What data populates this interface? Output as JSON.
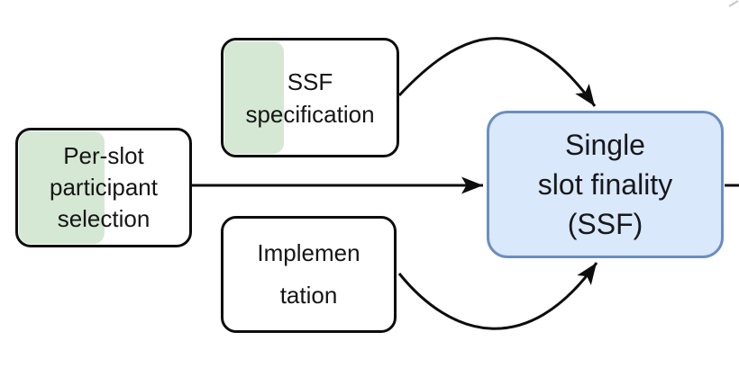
{
  "diagram": {
    "type": "flow-diagram",
    "background_color": "#ffffff",
    "nodes": {
      "per_slot": {
        "lines": [
          "Per-slot",
          "participant",
          "selection"
        ],
        "fill": "#ffffff",
        "progress_color": "#d5e8d4",
        "progress_fraction": 0.49,
        "border_color": "#000000",
        "shape": "rounded-rectangle"
      },
      "ssf_spec": {
        "lines": [
          "SSF",
          "specification"
        ],
        "fill": "#ffffff",
        "progress_color": "#d5e8d4",
        "progress_fraction": 0.34,
        "border_color": "#000000",
        "shape": "rounded-rectangle"
      },
      "implementation": {
        "lines": [
          "Implemen",
          "tation"
        ],
        "fill": "#ffffff",
        "border_color": "#000000",
        "shape": "rounded-rectangle"
      },
      "ssf": {
        "lines": [
          "Single",
          "slot finality",
          "(SSF)"
        ],
        "fill": "#dae8fc",
        "border_color": "#6c8ebf",
        "shape": "rounded-rectangle"
      }
    },
    "edges": [
      {
        "name": "per-slot-to-ssf",
        "from": "per_slot",
        "to": "ssf",
        "style": "straight",
        "arrowhead": "filled-triangle"
      },
      {
        "name": "ssf-spec-to-ssf",
        "from": "ssf_spec",
        "to": "ssf",
        "style": "curved-over-top",
        "arrowhead": "filled-triangle"
      },
      {
        "name": "implementation-to-ssf",
        "from": "implementation",
        "to": "ssf",
        "style": "curved-under-bottom",
        "arrowhead": "filled-triangle"
      },
      {
        "name": "ssf-right-stub",
        "from": "ssf",
        "to": "offscreen-right",
        "style": "straight",
        "arrowhead": "none"
      }
    ],
    "colors": {
      "edge_stroke": "#0d0d0d",
      "node_text": "#151515",
      "green_fill": "#d5e8d4",
      "blue_fill": "#dae8fc",
      "blue_border": "#6c8ebf"
    }
  }
}
